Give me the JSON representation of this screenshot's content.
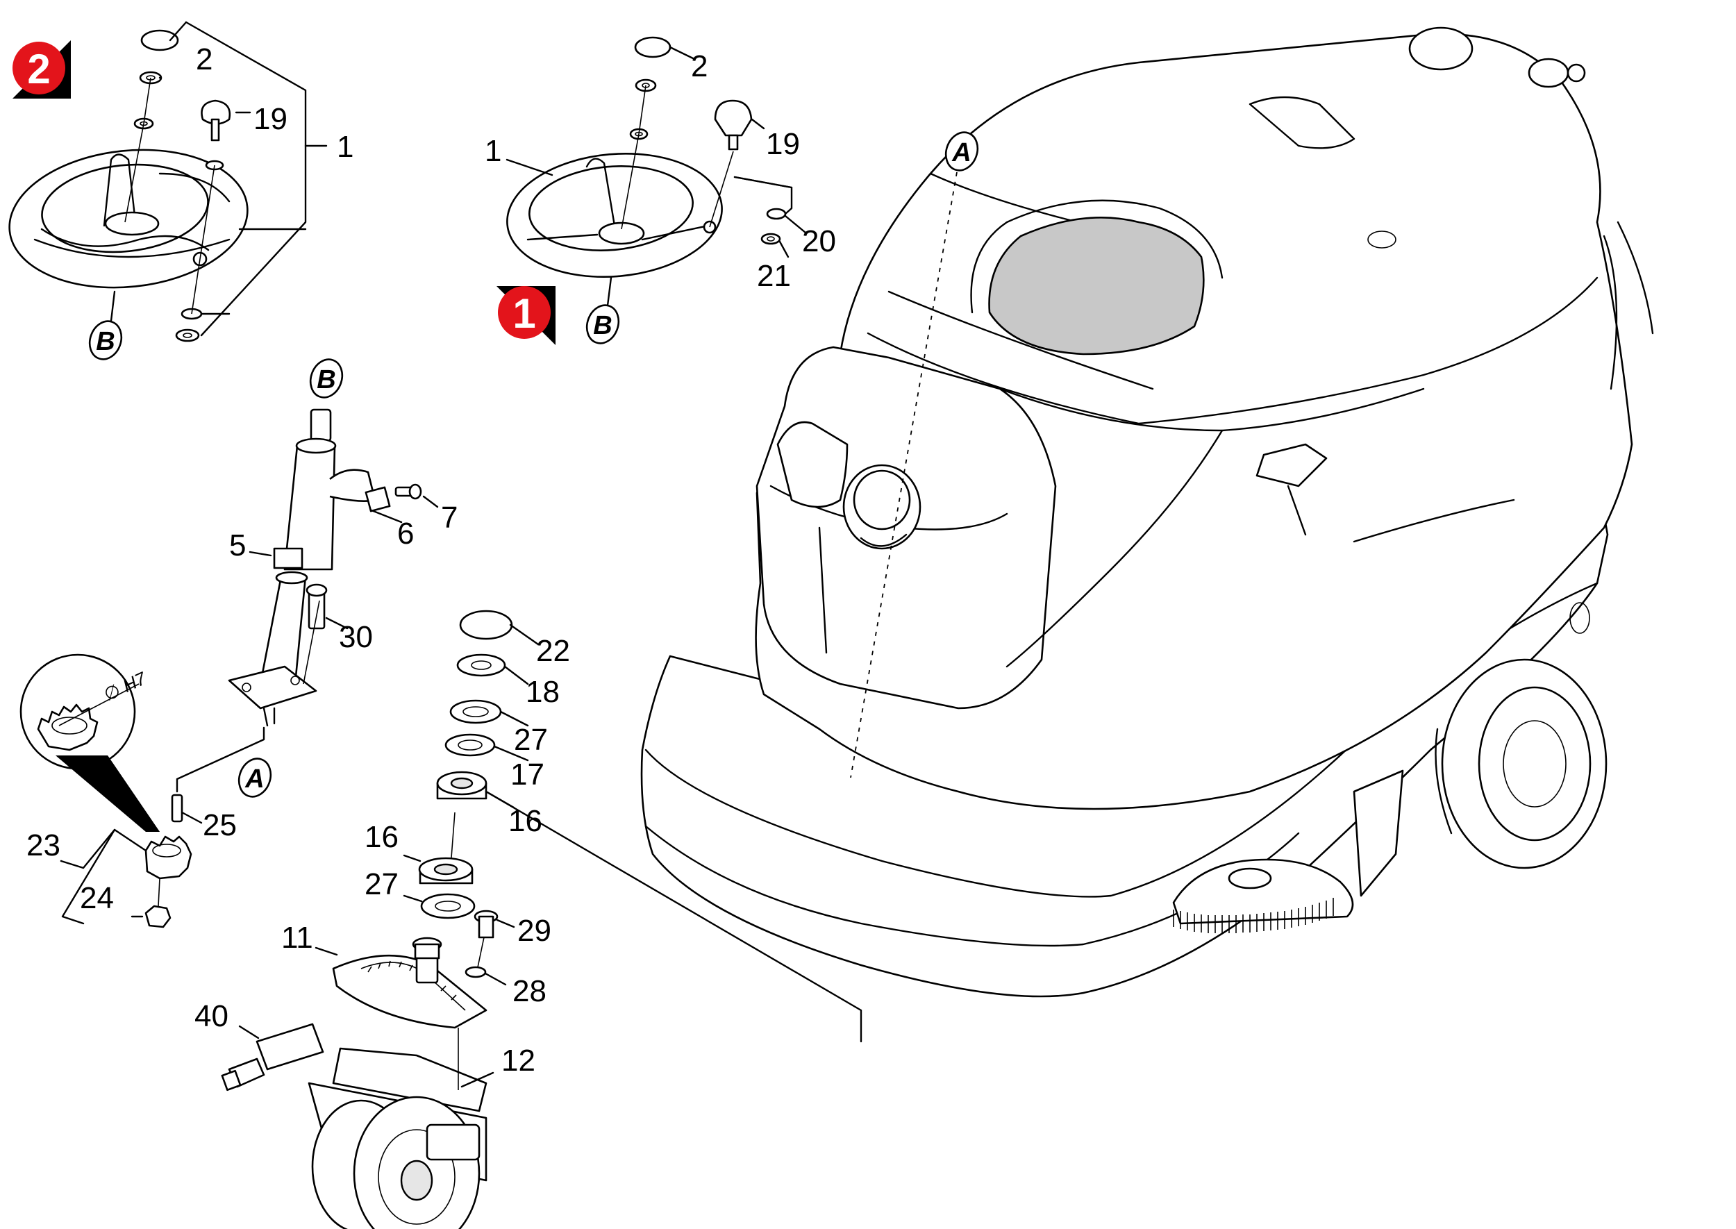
{
  "variants": [
    {
      "id": "variant-2",
      "number": "2",
      "color": "#e3141b"
    },
    {
      "id": "variant-1",
      "number": "1",
      "color": "#e3141b"
    }
  ],
  "reference_letters": {
    "a": "A",
    "b": "B"
  },
  "gear_note": "∅ H7",
  "part_labels": {
    "v2_2": "2",
    "v2_19": "19",
    "v2_1": "1",
    "v1_2": "2",
    "v1_19": "19",
    "v1_1": "1",
    "v1_20": "20",
    "v1_21": "21",
    "p7": "7",
    "p6": "6",
    "p5": "5",
    "p30": "30",
    "p22": "22",
    "p18": "18",
    "p27a": "27",
    "p17": "17",
    "p16a": "16",
    "p25": "25",
    "p23": "23",
    "p24": "24",
    "p16b": "16",
    "p27b": "27",
    "p29": "29",
    "p11": "11",
    "p28": "28",
    "p40": "40",
    "p12": "12"
  },
  "colors": {
    "line": "#000000",
    "badge": "#e3141b",
    "shade": "#c8c8c8"
  }
}
